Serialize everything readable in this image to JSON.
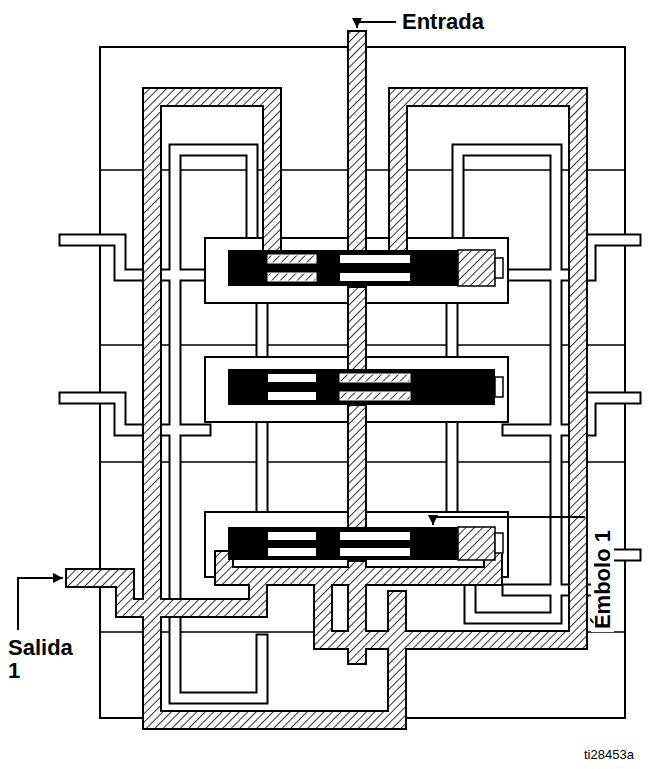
{
  "diagram": {
    "labels": [
      "Entrada",
      "Salida 1",
      "Émbolo 1",
      "ti28453a"
    ]
  }
}
